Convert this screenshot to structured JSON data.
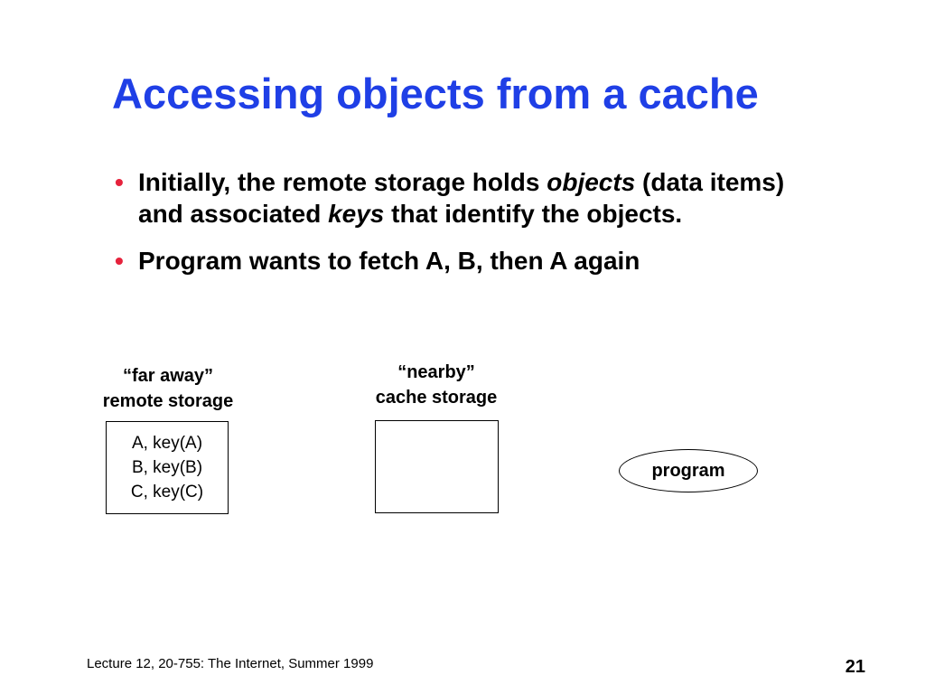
{
  "title": "Accessing objects from a cache",
  "bullets": [
    {
      "text_before": "Initially, the remote storage holds ",
      "emphasis_1": "objects",
      "text_middle": " (data items) and associated ",
      "emphasis_2": "keys",
      "text_after": " that identify the objects."
    },
    {
      "text": "Program wants to fetch A, B, then A again"
    }
  ],
  "bullet_symbol": "•",
  "diagram": {
    "remote": {
      "caption_line1": "“far away”",
      "caption_line2": "remote storage",
      "contents": [
        "A, key(A)",
        "B, key(B)",
        "C, key(C)"
      ]
    },
    "cache": {
      "caption_line1": "“nearby”",
      "caption_line2": "cache storage"
    },
    "program": {
      "label": "program"
    }
  },
  "footer": {
    "text": "Lecture 12, 20-755: The Internet, Summer 1999",
    "page_number": "21"
  },
  "colors": {
    "title": "#1f3fe6",
    "bullet": "#e6223c",
    "background": "#ffffff",
    "text": "#000000"
  }
}
